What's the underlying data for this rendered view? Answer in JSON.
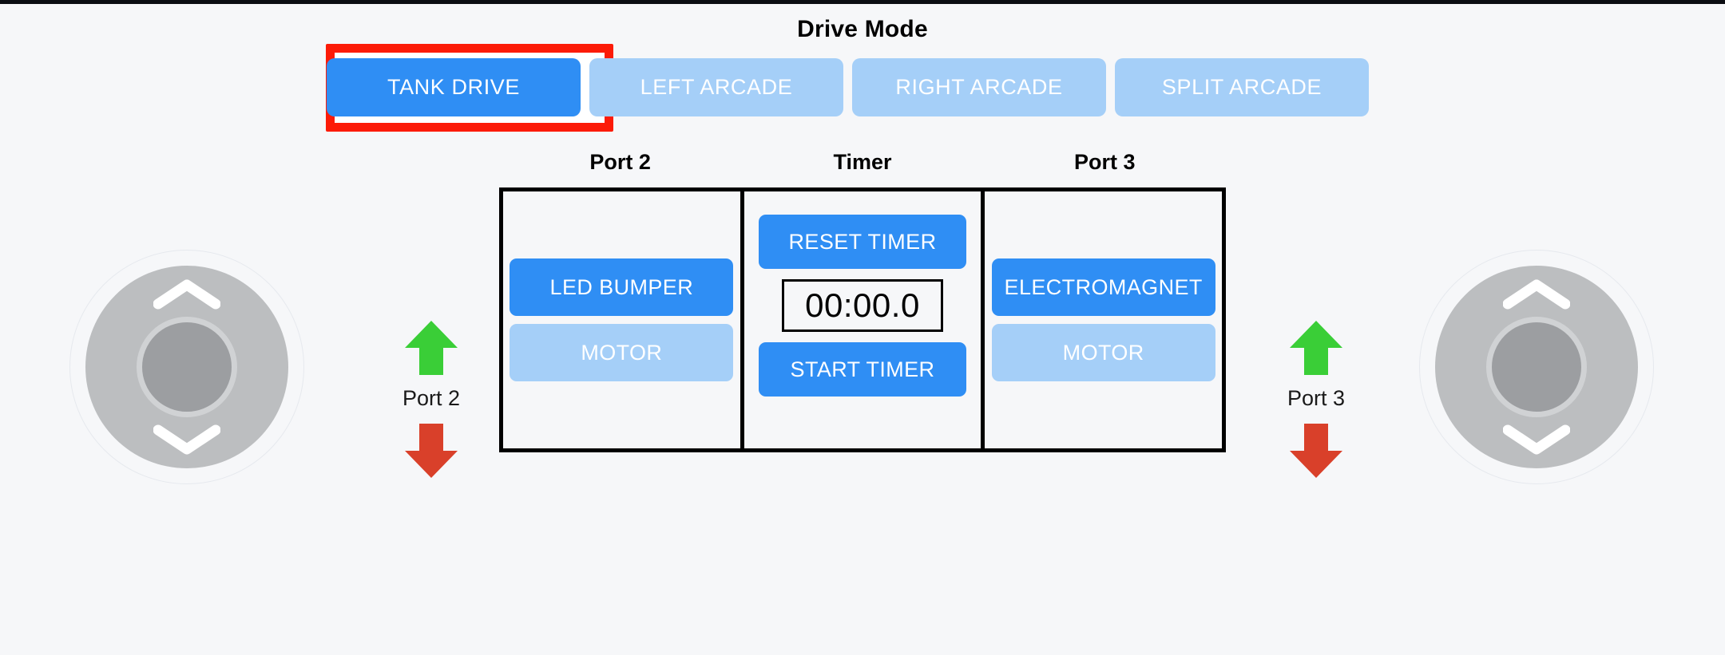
{
  "page": {
    "background_color": "#f6f7f9",
    "top_edge_color": "#0b0d12"
  },
  "drive_mode": {
    "title": "Drive Mode",
    "selected": "TANK DRIVE",
    "highlight_color": "#fc1b08",
    "active_color": "#2f8ef4",
    "inactive_color": "#a5cff8",
    "buttons": [
      {
        "label": "TANK DRIVE",
        "active": true
      },
      {
        "label": "LEFT ARCADE",
        "active": false
      },
      {
        "label": "RIGHT ARCADE",
        "active": false
      },
      {
        "label": "SPLIT ARCADE",
        "active": false
      }
    ]
  },
  "panel": {
    "labels": [
      "Port 2",
      "Timer",
      "Port 3"
    ],
    "border_color": "#000000",
    "port2": {
      "label": "Port 2",
      "buttons": [
        {
          "label": "LED BUMPER",
          "active": true
        },
        {
          "label": "MOTOR",
          "active": false
        }
      ]
    },
    "timer": {
      "label": "Timer",
      "reset_label": "RESET TIMER",
      "start_label": "START TIMER",
      "display": "00:00.0"
    },
    "port3": {
      "label": "Port 3",
      "buttons": [
        {
          "label": "ELECTROMAGNET",
          "active": true
        },
        {
          "label": "MOTOR",
          "active": false
        }
      ]
    }
  },
  "controls": {
    "left_joystick": {
      "name": "left-joystick"
    },
    "right_joystick": {
      "name": "right-joystick"
    },
    "left_port": {
      "name": "Port 2",
      "up_color": "#3ace37",
      "down_color": "#d9402a"
    },
    "right_port": {
      "name": "Port 3",
      "up_color": "#3ace37",
      "down_color": "#d9402a"
    }
  }
}
